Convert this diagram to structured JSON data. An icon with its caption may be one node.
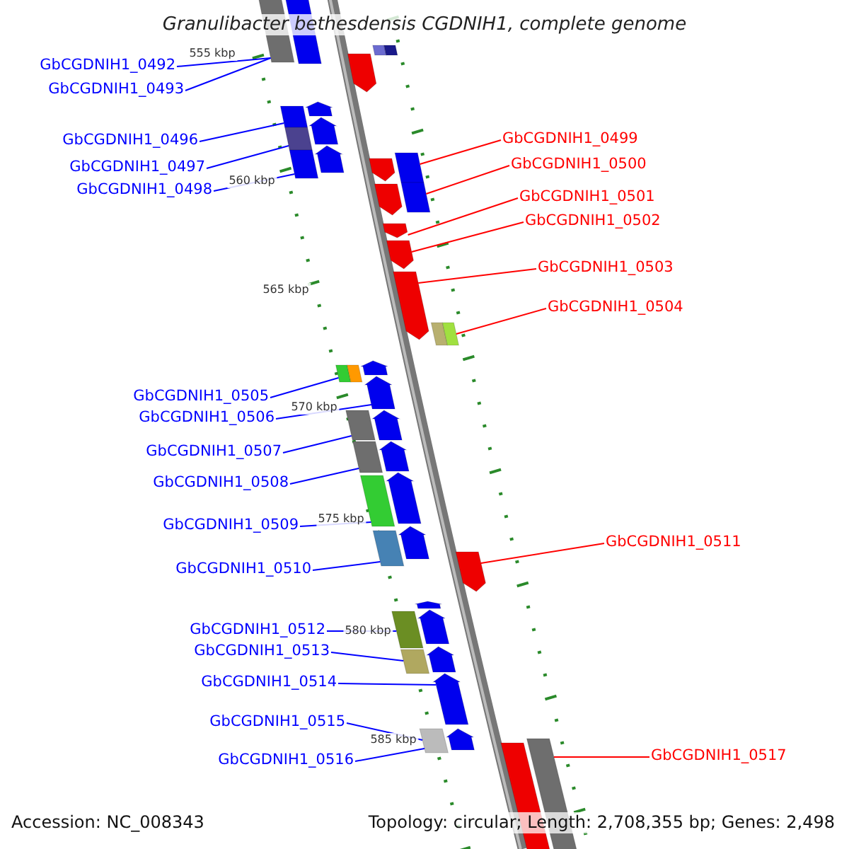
{
  "diagram": {
    "title": "Granulibacter bethesdensis CGDNIH1, complete genome",
    "nodes": [
      {
        "text": [
          "GbCGDNIH1_0492"
        ]
      },
      {
        "text": [
          "GbCGDNIH1_0493"
        ]
      },
      {
        "text": [
          "GbCGDNIH1_0499"
        ]
      },
      {
        "text": [
          "GbCGDNIH1_0496"
        ]
      },
      {
        "text": [
          "GbCGDNIH1_0500"
        ]
      },
      {
        "text": [
          "GbCGDNIH1_0497"
        ]
      },
      {
        "text": [
          "GbCGDNIH1_0498"
        ]
      },
      {
        "text": [
          "GbCGDNIH1_0501"
        ]
      },
      {
        "text": [
          "GbCGDNIH1_0502"
        ]
      },
      {
        "text": [
          "GbCGDNIH1_0503"
        ]
      },
      {
        "text": [
          "GbCGDNIH1_0504"
        ]
      },
      {
        "text": [
          "GbCGDNIH1_0505"
        ]
      },
      {
        "text": [
          "GbCGDNIH1_0506"
        ]
      },
      {
        "text": [
          "GbCGDNIH1_0507"
        ]
      },
      {
        "text": [
          "GbCGDNIH1_0508"
        ]
      },
      {
        "text": [
          "GbCGDNIH1_0509"
        ]
      },
      {
        "text": [
          "GbCGDNIH1_0511"
        ]
      },
      {
        "text": [
          "GbCGDNIH1_0510"
        ]
      },
      {
        "text": [
          "GbCGDNIH1_0512"
        ]
      },
      {
        "text": [
          "GbCGDNIH1_0513"
        ]
      },
      {
        "text": [
          "GbCGDNIH1_0514"
        ]
      },
      {
        "text": [
          "GbCGDNIH1_0515"
        ]
      },
      {
        "text": [
          "GbCGDNIH1_0517"
        ]
      },
      {
        "text": [
          "GbCGDNIH1_0516"
        ]
      },
      {
        "text": [],
        "shape": "box"
      },
      {
        "text": [],
        "shape": "box"
      },
      {
        "text": [],
        "shape": "box"
      },
      {
        "text": [],
        "shape": "pentagon"
      },
      {
        "text": [],
        "shape": "pentagon"
      },
      {
        "text": [],
        "shape": "box"
      },
      {
        "text": [],
        "shape": "pentagon"
      },
      {
        "text": [],
        "shape": "box"
      },
      {
        "text": [],
        "shape": "pentagon"
      },
      {
        "text": [],
        "shape": "box"
      },
      {
        "text": [],
        "shape": "box"
      },
      {
        "text": [],
        "shape": "pentagon"
      },
      {
        "text": [],
        "shape": "box"
      },
      {
        "text": [],
        "shape": "pentagon"
      },
      {
        "text": [],
        "shape": "pentagon"
      },
      {
        "text": [],
        "shape": "pentagon"
      },
      {
        "text": [],
        "shape": "pentagon"
      },
      {
        "text": [],
        "shape": "box"
      },
      {
        "text": [],
        "shape": "pentagon"
      },
      {
        "text": [],
        "shape": "box"
      },
      {
        "text": [],
        "shape": "pentagon"
      },
      {
        "text": [],
        "shape": "box"
      },
      {
        "text": [],
        "shape": "pentagon"
      },
      {
        "text": [],
        "shape": "box"
      },
      {
        "text": [],
        "shape": "pentagon"
      },
      {
        "text": [],
        "shape": "pentagon"
      },
      {
        "text": [],
        "shape": "box"
      },
      {
        "text": [],
        "shape": "pentagon"
      },
      {
        "text": [],
        "shape": "box"
      },
      {
        "text": [],
        "shape": "pentagon"
      },
      {
        "text": [],
        "shape": "pentagon"
      },
      {
        "text": [],
        "shape": "pentagon"
      },
      {
        "text": [],
        "shape": "box"
      },
      {
        "text": [],
        "shape": "pentagon"
      },
      {
        "text": [],
        "shape": "box"
      },
      {
        "text": [],
        "shape": "pentagon"
      },
      {
        "text": [],
        "shape": "pentagon"
      },
      {
        "text": [],
        "shape": "box"
      },
      {
        "text": [],
        "shape": "box"
      },
      {
        "text": [],
        "shape": "box"
      }
    ],
    "edges": [
      {
        "from": 0,
        "to": 24,
        "arrow": "none"
      },
      {
        "from": 1,
        "to": 24,
        "arrow": "none"
      },
      {
        "from": 2,
        "to": 34,
        "arrow": "none",
        "color": "#ff0000"
      },
      {
        "from": 3,
        "to": 29,
        "arrow": "none"
      },
      {
        "from": 4,
        "to": 36,
        "arrow": "none",
        "color": "#ff0000"
      },
      {
        "from": 5,
        "to": 31,
        "arrow": "none"
      },
      {
        "from": 6,
        "to": 33,
        "arrow": "none"
      },
      {
        "from": 7,
        "to": 38,
        "arrow": "none",
        "color": "#ff0000"
      },
      {
        "from": 8,
        "to": 39,
        "arrow": "none",
        "color": "#ff0000"
      },
      {
        "from": 9,
        "to": 40,
        "arrow": "none",
        "color": "#ff0000"
      },
      {
        "from": 10,
        "to": 41,
        "arrow": "none",
        "color": "#ff0000"
      },
      {
        "from": 11,
        "to": 43,
        "arrow": "none"
      },
      {
        "from": 12,
        "to": 44,
        "arrow": "none"
      },
      {
        "from": 13,
        "to": 45,
        "arrow": "none"
      },
      {
        "from": 14,
        "to": 47,
        "arrow": "none"
      },
      {
        "from": 15,
        "to": 50,
        "arrow": "none"
      },
      {
        "from": 16,
        "to": 53,
        "arrow": "none",
        "color": "#ff0000"
      },
      {
        "from": 17,
        "to": 52,
        "arrow": "none"
      },
      {
        "from": 18,
        "to": 56,
        "arrow": "none"
      },
      {
        "from": 19,
        "to": 58,
        "arrow": "none"
      },
      {
        "from": 20,
        "to": 59,
        "arrow": "none"
      },
      {
        "from": 21,
        "to": 61,
        "arrow": "none"
      },
      {
        "from": 22,
        "to": 62,
        "arrow": "none",
        "color": "#ff0000"
      },
      {
        "from": 23,
        "to": 61,
        "arrow": "none"
      }
    ],
    "labels": [
      "555 kbp",
      "560 kbp",
      "565 kbp",
      "570 kbp",
      "575 kbp",
      "580 kbp",
      "585 kbp",
      "Accession: NC_008343",
      "Topology: circular; Length: 2,708,355 bp; Genes: 2,498"
    ]
  }
}
